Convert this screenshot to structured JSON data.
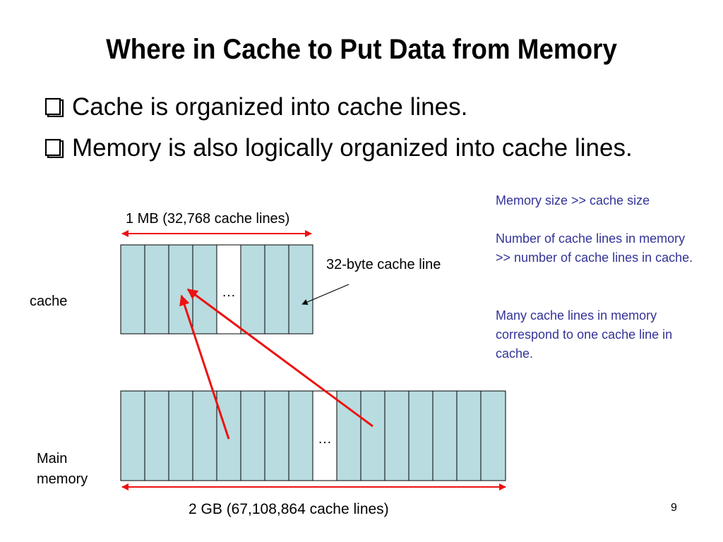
{
  "slide": {
    "title": "Where in Cache to Put Data from Memory",
    "bullets": [
      "Cache is organized into cache lines.",
      "Memory is also logically organized into cache lines."
    ],
    "page_number": "9"
  },
  "diagram": {
    "cache_label": "cache",
    "memory_label": "Main\nmemory",
    "cache_size_label": "1 MB (32,768 cache lines)",
    "memory_size_label": "2 GB (67,108,864 cache lines)",
    "cache_line_label": "32-byte cache line",
    "ellipsis": "…",
    "cell_fill": "#b8dcdf",
    "arrow_color": "#ee1111"
  },
  "notes": [
    "Memory size >> cache size",
    "Number of cache lines in memory >> number of cache lines in cache.",
    "Many cache lines in memory correspond to one cache line in cache."
  ]
}
